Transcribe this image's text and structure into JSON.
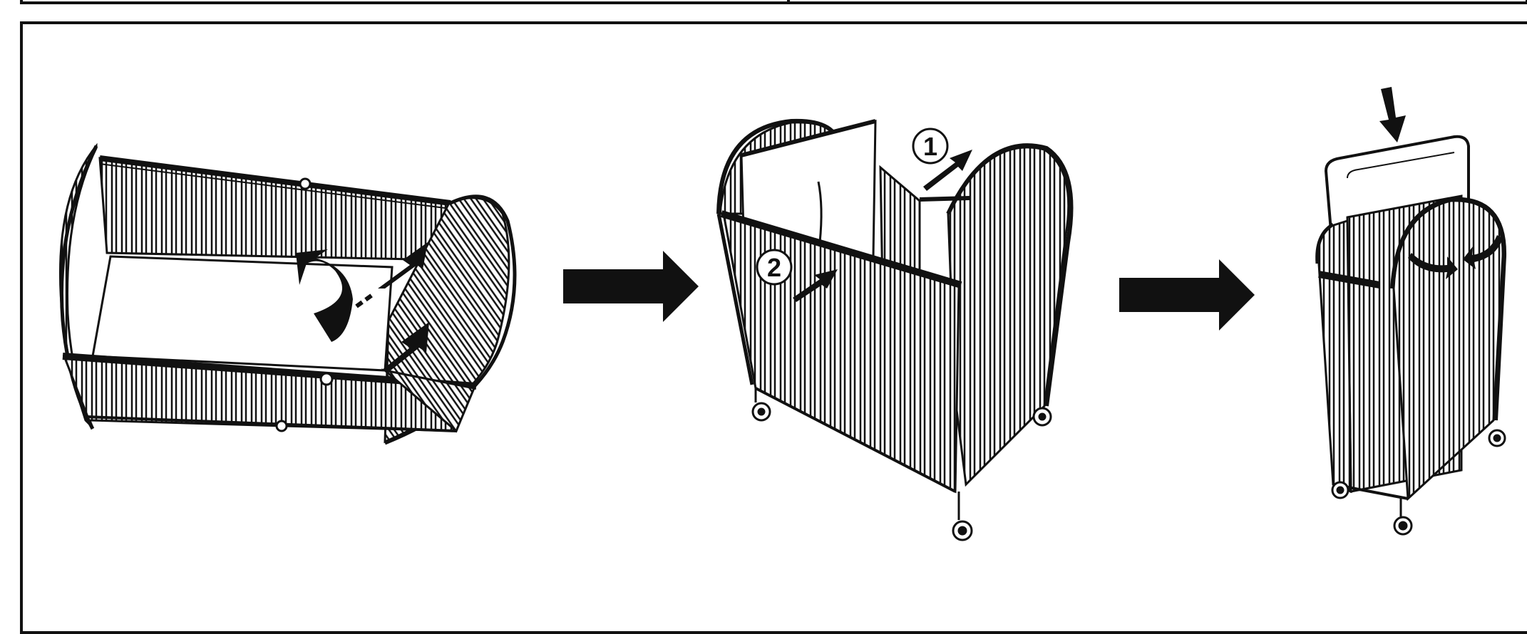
{
  "colors": {
    "line": "#111111",
    "background": "#ffffff",
    "arrow": "#111111"
  },
  "steps": [
    {
      "name": "crib-open-flat",
      "icons": [
        "curved-rotate-arrow-icon",
        "push-arrow-icon"
      ]
    },
    {
      "name": "crib-partially-folded",
      "callouts": [
        "1",
        "2"
      ]
    },
    {
      "name": "crib-fully-folded",
      "icons": [
        "down-arrow-icon",
        "curved-fold-arrow-icon"
      ]
    }
  ],
  "callouts": {
    "one": "1",
    "two": "2"
  }
}
